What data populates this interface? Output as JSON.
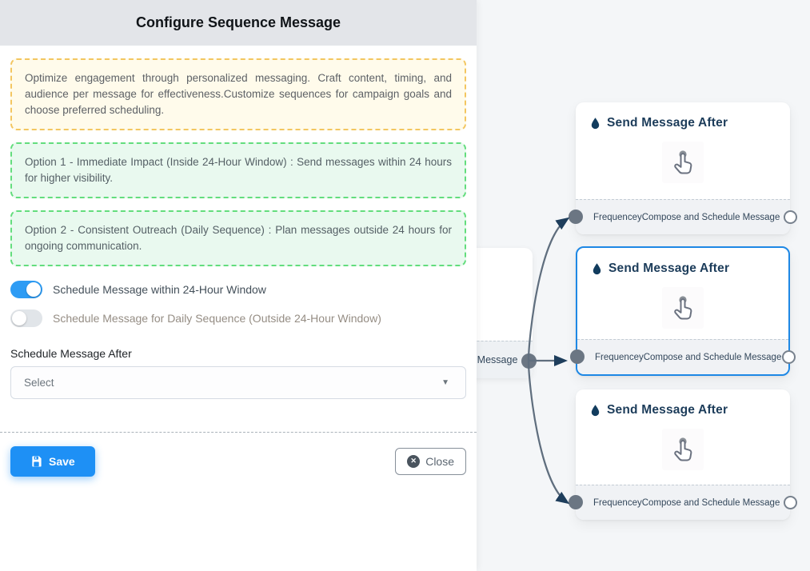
{
  "panel": {
    "title": "Configure Sequence Message",
    "intro": "Optimize engagement through personalized messaging. Craft content, timing, and audience per message for effectiveness.Customize sequences for campaign goals and choose preferred scheduling.",
    "option1": "Option 1 - Immediate Impact (Inside 24-Hour Window) : Send messages within 24 hours for higher visibility.",
    "option2": "Option 2 - Consistent Outreach (Daily Sequence) : Plan messages outside 24 hours for ongoing communication.",
    "toggles": [
      {
        "label": "Schedule Message within 24-Hour Window",
        "state": "on"
      },
      {
        "label": "Schedule Message for Daily Sequence (Outside 24-Hour Window)",
        "state": "off"
      }
    ],
    "schedule_after_label": "Schedule Message After",
    "select_placeholder": "Select",
    "save_label": "Save",
    "close_label": "Close"
  },
  "canvas": {
    "partial_node_label": "ce Message",
    "cards": [
      {
        "title": "Send Message After",
        "left_label": "Frequencey",
        "right_label": "Compose and Schedule Message",
        "selected": false
      },
      {
        "title": "Send Message After",
        "left_label": "Frequencey",
        "right_label": "Compose and Schedule Message",
        "selected": true
      },
      {
        "title": "Send Message After",
        "left_label": "Frequencey",
        "right_label": "Compose and Schedule Message",
        "selected": false
      }
    ]
  },
  "colors": {
    "primary_blue": "#1e90f5",
    "toggle_on": "#2e9cf4",
    "selected_card_border": "#1e88e5",
    "edge": "#5f6e7e",
    "arrowhead": "#1e3e5c",
    "header_bg": "#e3e5e9",
    "canvas_bg": "#f4f6f8",
    "info_box_border": "#f3c660",
    "info_box_bg": "#fffbeb",
    "option_box_border": "#63dd7d",
    "option_box_bg": "#e9f9ef"
  }
}
